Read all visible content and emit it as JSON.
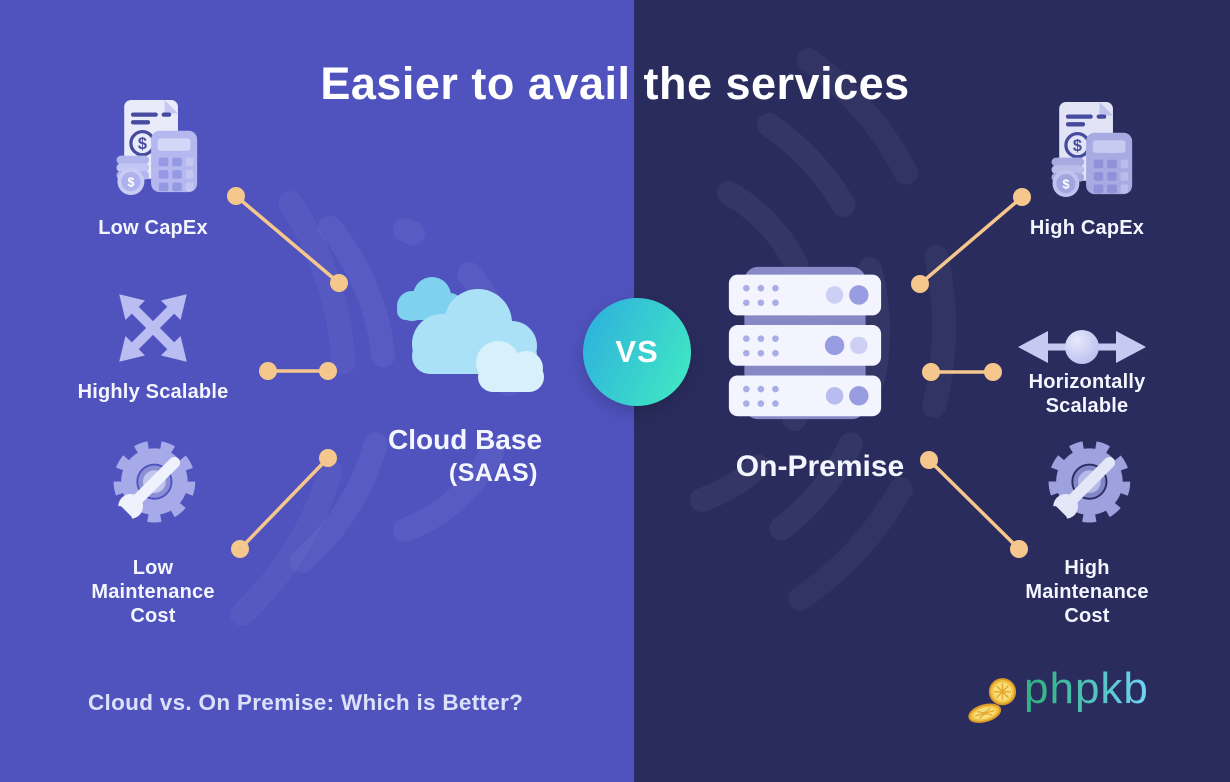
{
  "title": "Easier to avail the services",
  "versus_label": "VS",
  "cloud_side": {
    "heading": "Cloud Base",
    "subheading": "(SAAS)",
    "items": [
      {
        "label": "Low CapEx",
        "icon": "invoice-calculator-coins-icon"
      },
      {
        "label": "Highly Scalable",
        "icon": "expand-arrows-icon"
      },
      {
        "label": "Low Maintenance Cost",
        "icon": "gear-wrench-icon"
      }
    ]
  },
  "onpremise_side": {
    "heading": "On-Premise",
    "items": [
      {
        "label": "High CapEx",
        "icon": "invoice-calculator-coins-icon"
      },
      {
        "label": "Horizontally Scalable",
        "icon": "horizontal-double-arrow-icon"
      },
      {
        "label": "High Maintenance Cost",
        "icon": "gear-wrench-icon"
      }
    ]
  },
  "footer": {
    "caption": "Cloud vs. On Premise: Which is Better?",
    "brand_name": "phpkb"
  },
  "glyphs": {
    "dollar": "$"
  },
  "colors": {
    "left_background": "#5053be",
    "right_background": "#2a2c5e",
    "connector": "#f6c78d",
    "vs_gradient": [
      "#2fb3dc",
      "#3fe6c4"
    ],
    "brand_gradient": [
      "#33b383",
      "#6ed2f0"
    ],
    "title_text": "#ffffff",
    "icon_lavender": "#b5b9ef",
    "cloud_blue": "#abe1f7"
  }
}
